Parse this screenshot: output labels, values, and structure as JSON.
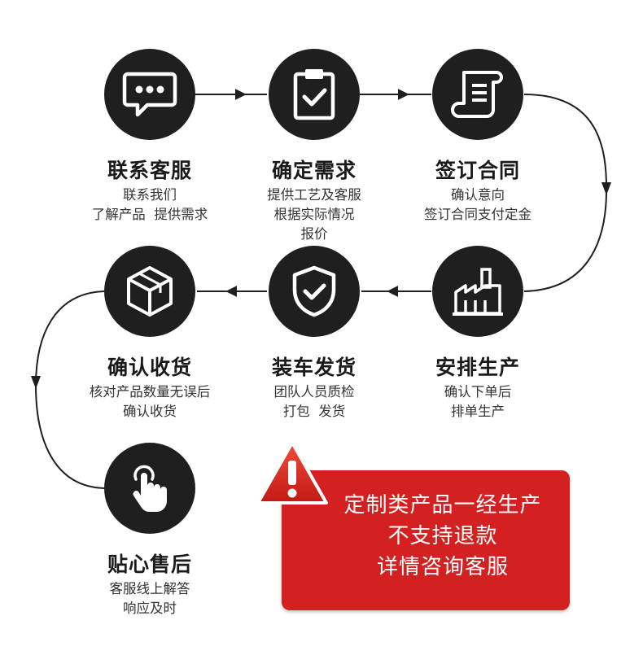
{
  "steps": [
    {
      "title": "联系客服",
      "desc": "联系我们\n了解产品  提供需求",
      "icon": "chat-bubble-icon"
    },
    {
      "title": "确定需求",
      "desc": "提供工艺及客服\n根据实际情况\n报价",
      "icon": "clipboard-check-icon"
    },
    {
      "title": "签订合同",
      "desc": "确认意向\n签订合同支付定金",
      "icon": "contract-scroll-icon"
    },
    {
      "title": "安排生产",
      "desc": "确认下单后\n排单生产",
      "icon": "factory-icon"
    },
    {
      "title": "装车发货",
      "desc": "团队人员质检\n打包  发货",
      "icon": "shield-check-icon"
    },
    {
      "title": "确认收货",
      "desc": "核对产品数量无误后\n确认收货",
      "icon": "package-box-icon"
    },
    {
      "title": "贴心售后",
      "desc": "客服线上解答\n响应及时",
      "icon": "touch-hand-icon"
    }
  ],
  "notice": {
    "lines": [
      "定制类产品一经生产",
      "不支持退款",
      "详情咨询客服"
    ],
    "icon": "warning-icon",
    "color": "#d42020"
  }
}
